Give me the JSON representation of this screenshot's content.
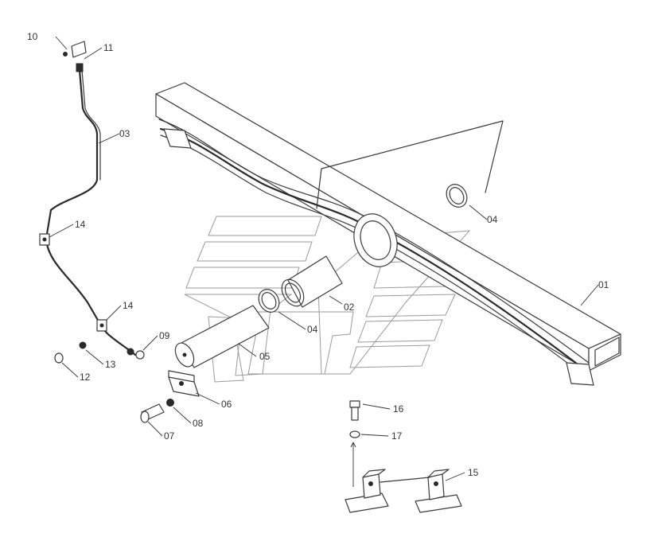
{
  "callouts": {
    "c01": "01",
    "c02": "02",
    "c03": "03",
    "c04a": "04",
    "c04b": "04",
    "c05": "05",
    "c06": "06",
    "c07": "07",
    "c08": "08",
    "c09": "09",
    "c10": "10",
    "c11": "11",
    "c12": "12",
    "c13": "13",
    "c14a": "14",
    "c14b": "14",
    "c15": "15",
    "c16": "16",
    "c17": "17"
  },
  "colors": {
    "line": "#3a3a3a",
    "watermark": "#9a9a9a",
    "background": "#ffffff"
  }
}
